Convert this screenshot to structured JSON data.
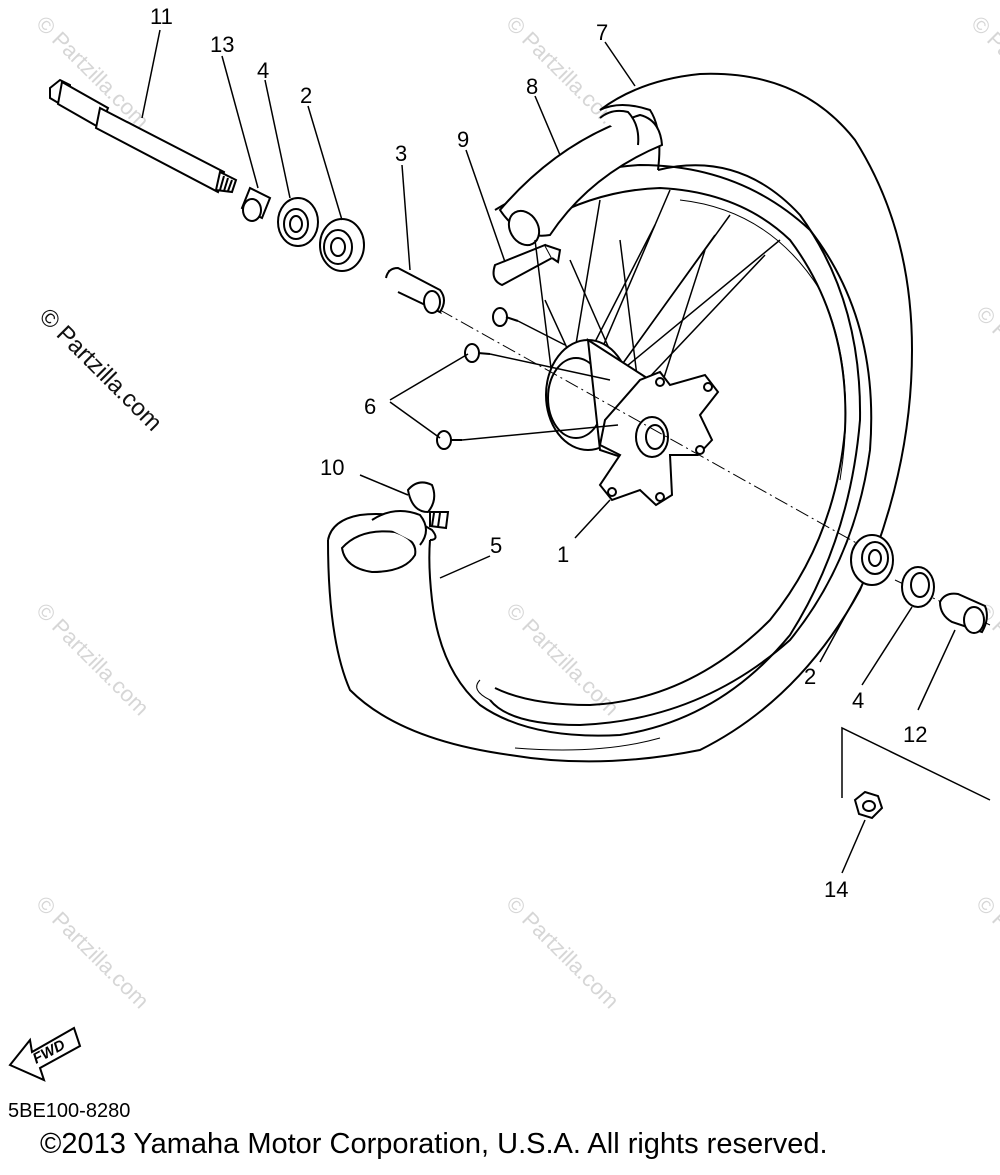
{
  "diagram": {
    "callouts": [
      "1",
      "2",
      "3",
      "4",
      "5",
      "6",
      "7",
      "8",
      "9",
      "10",
      "11",
      "12",
      "13",
      "14"
    ],
    "side_watermark": "© Partzilla.com",
    "tile_watermark": "© Partzilla.com",
    "fwd_label": "FWD",
    "diagram_code": "5BE100-8280",
    "copyright": "©2013 Yamaha Motor Corporation, U.S.A. All rights reserved."
  }
}
